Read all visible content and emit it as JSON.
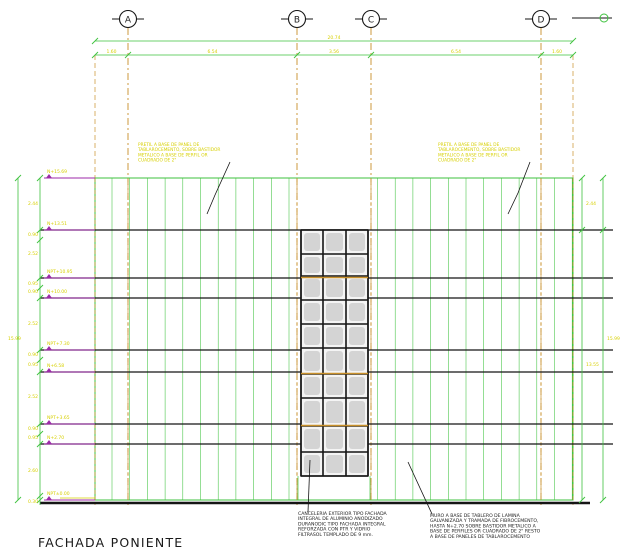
{
  "title": "FACHADA PONIENTE",
  "axes": [
    "A",
    "B",
    "C",
    "D"
  ],
  "dimensions": {
    "overall": "20.74",
    "bays": [
      "1.60",
      "6.54",
      "3.56",
      "6.54",
      "1.60"
    ]
  },
  "left_levels": [
    "N+15.69",
    "N+13.51",
    "NPT+10.95",
    "N+10.00",
    "NPT+7.30",
    "N+6.58",
    "NPT+3.65",
    "N+2.70",
    "NPT±0.00"
  ],
  "left_dims": [
    "2.44",
    "0.90",
    "2.52",
    "0.95",
    "0.90",
    "2.52",
    "0.90",
    "0.95",
    "2.52",
    "0.90",
    "0.95",
    "2.60",
    "0.30"
  ],
  "left_total": "15.99",
  "right_dims": [
    "2.44",
    "13.55"
  ],
  "right_total": "15.99",
  "notes": {
    "pretil_left": [
      "PRETIL A BASE DE PANEL DE",
      "TABLAROCEMENTO, SOBRE BASTIDOR",
      "METALICO A BASE DE PERFIL OR",
      "CUADRADO DE 2\""
    ],
    "pretil_right": [
      "PRETIL A BASE DE PANEL DE",
      "TABLAROCEMENTO, SOBRE BASTIDOR",
      "METALICO A BASE DE PERFIL OR",
      "CUADRADO DE 2\""
    ],
    "cancel": [
      "CANCELERIA EXTERIOR TIPO FACHADA",
      "INTEGRAL DE ALUMINIO ANODIZADO",
      "DURANODIC TIPO FACHADA INTEGRAL",
      "REFORZADA CON PTR Y VIDRIO",
      "FILTRASOL TEMPLADO DE 9 mm."
    ],
    "muro": [
      "MURO A BASE DE TABLERO DE LAMINA",
      "GALVANIZADA Y TRAMADA DE FIBROCEMENTO,",
      "HASTA N+2.70 SOBRE BASTIDOR METALICO A",
      "BASE DE PERFILES OR CUADRADO DE 2\" RESTO",
      "A BASE DE PANELES DE TABLAROCEMENTO"
    ]
  },
  "colors": {
    "green": "#3ec23e",
    "dark": "#151515",
    "yellow": "#d7d000",
    "orange": "#c8902a",
    "purple": "#9c2aa8",
    "glass": "#c9c9c9"
  }
}
